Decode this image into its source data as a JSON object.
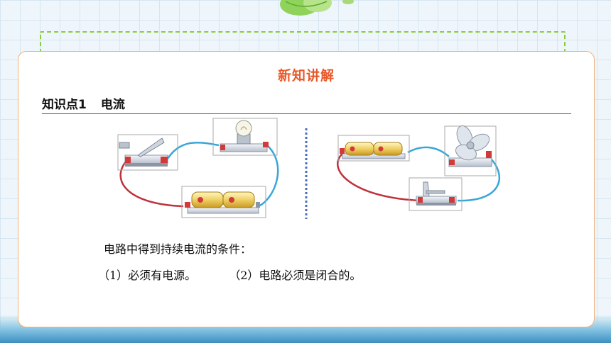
{
  "header": {
    "section_title": "新知讲解"
  },
  "topic": {
    "label": "知识点1",
    "name": "电流"
  },
  "body": {
    "conditions_intro": "电路中得到持续电流的条件：",
    "condition_1": "（1）必须有电源。",
    "condition_2": "（2）电路必须是闭合的。"
  },
  "colors": {
    "title_accent": "#e8592a",
    "card_border": "#f2b07a",
    "dashed_frame": "#8ccc3a",
    "wire_red": "#c0303a",
    "wire_blue": "#3aa6d8"
  },
  "icons": [
    "leaf-icon",
    "switch-icon",
    "bulb-icon",
    "battery-icon",
    "fan-icon"
  ]
}
